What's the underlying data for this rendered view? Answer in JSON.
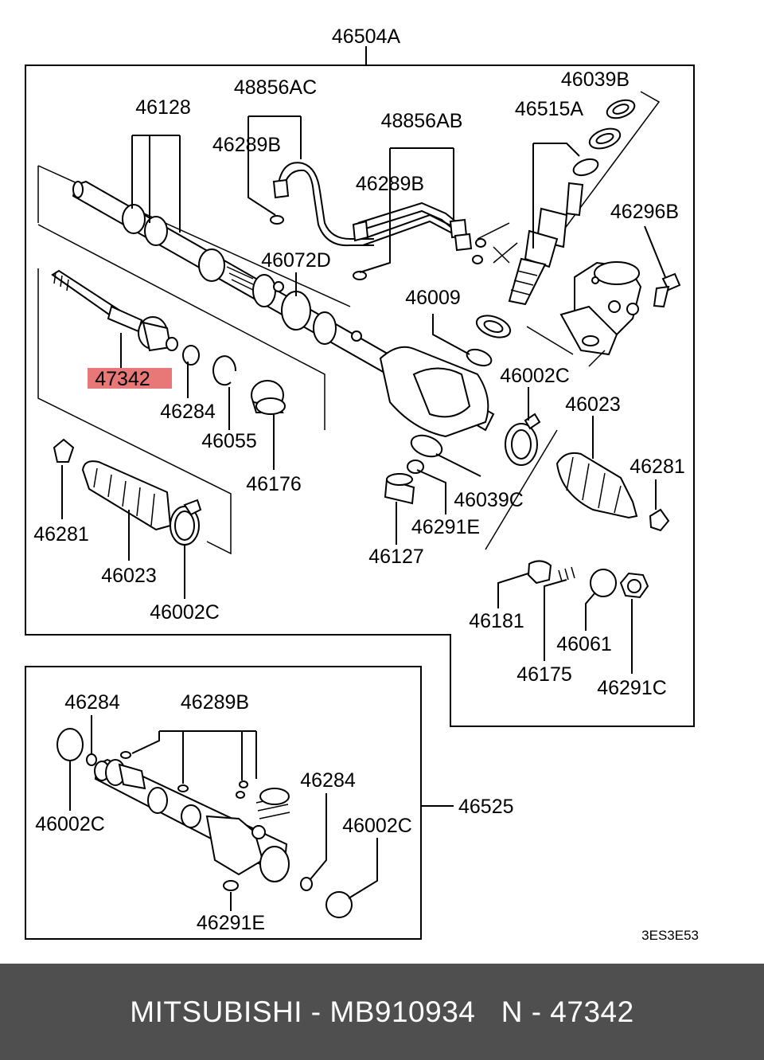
{
  "colors": {
    "highlight": "#e87878",
    "footer_bg": "#4f4f4f"
  },
  "diagram": {
    "main_assembly": "46504A",
    "highlighted_part": "47342",
    "labels": {
      "p48856AC": "48856AC",
      "p46128": "46128",
      "p46289B_a": "46289B",
      "p48856AB": "48856AB",
      "p46289B_b": "46289B",
      "p46039B": "46039B",
      "p46515A": "46515A",
      "p46296B": "46296B",
      "p46072D": "46072D",
      "p46009": "46009",
      "p46284_a": "46284",
      "p46055": "46055",
      "p46176": "46176",
      "p46002C_a": "46002C",
      "p46023_a": "46023",
      "p46281_a": "46281",
      "p46039C": "46039C",
      "p46291E_a": "46291E",
      "p46127": "46127",
      "p46281_b": "46281",
      "p46023_b": "46023",
      "p46002C_b": "46002C",
      "p46181": "46181",
      "p46061": "46061",
      "p46175": "46175",
      "p46291C": "46291C"
    },
    "sub_assembly": "46525",
    "sub_labels": {
      "p46284_b": "46284",
      "p46289B_c": "46289B",
      "p46002C_c": "46002C",
      "p46284_c": "46284",
      "p46002C_d": "46002C",
      "p46291E_b": "46291E"
    },
    "drawing_code": "3ES3E53"
  },
  "footer": {
    "text": "MITSUBISHI - MB910934   N - 47342"
  }
}
